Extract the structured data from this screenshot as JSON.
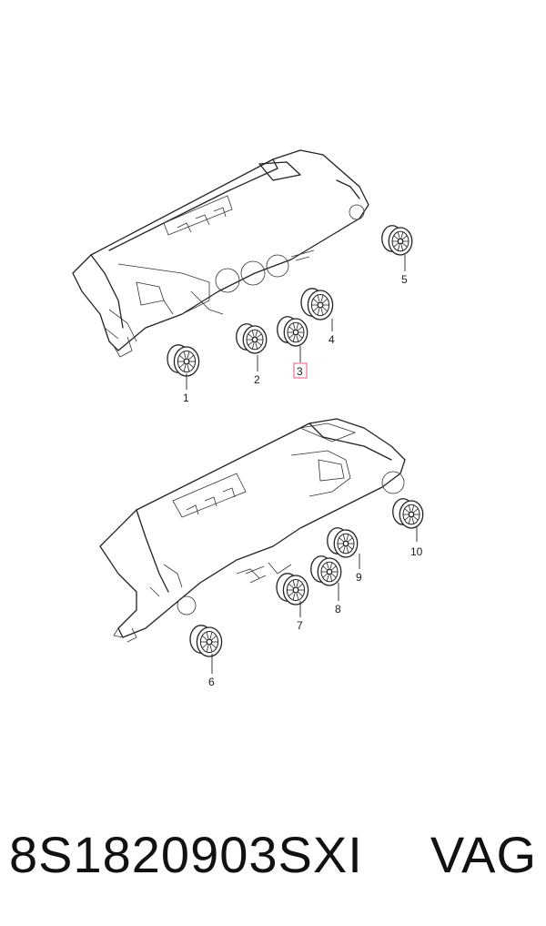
{
  "diagram": {
    "callouts": [
      "1",
      "2",
      "3",
      "4",
      "5",
      "6",
      "7",
      "8",
      "9",
      "10"
    ],
    "highlighted_callout": "3",
    "highlight_color": "#e05a78"
  },
  "caption": {
    "part_number": "8S1820903SXI",
    "brand": "VAG"
  }
}
